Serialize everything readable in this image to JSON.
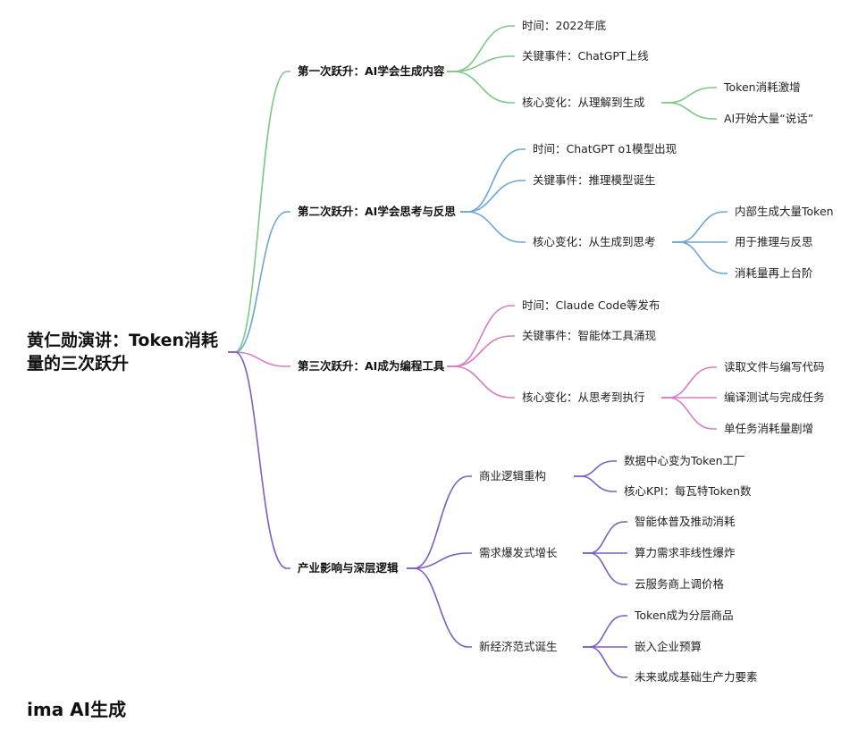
{
  "root": {
    "title": "黄仁勋演讲：Token消耗量的三次跃升"
  },
  "colors": {
    "branch1": "#7cc985",
    "branch2": "#6aa6d6",
    "branch3": "#d77bc6",
    "branch4": "#7d5ec2"
  },
  "branches": [
    {
      "label": "第一次跃升：AI学会生成内容",
      "children": [
        {
          "label": "时间：2022年底",
          "children": []
        },
        {
          "label": "关键事件：ChatGPT上线",
          "children": []
        },
        {
          "label": "核心变化：从理解到生成",
          "children": [
            {
              "label": "Token消耗激增"
            },
            {
              "label": "AI开始大量“说话”"
            }
          ]
        }
      ]
    },
    {
      "label": "第二次跃升：AI学会思考与反思",
      "children": [
        {
          "label": "时间：ChatGPT o1模型出现",
          "children": []
        },
        {
          "label": "关键事件：推理模型诞生",
          "children": []
        },
        {
          "label": "核心变化：从生成到思考",
          "children": [
            {
              "label": "内部生成大量Token"
            },
            {
              "label": "用于推理与反思"
            },
            {
              "label": "消耗量再上台阶"
            }
          ]
        }
      ]
    },
    {
      "label": "第三次跃升：AI成为编程工具",
      "children": [
        {
          "label": "时间：Claude Code等发布",
          "children": []
        },
        {
          "label": "关键事件：智能体工具涌现",
          "children": []
        },
        {
          "label": "核心变化：从思考到执行",
          "children": [
            {
              "label": "读取文件与编写代码"
            },
            {
              "label": "编译测试与完成任务"
            },
            {
              "label": "单任务消耗量剧增"
            }
          ]
        }
      ]
    },
    {
      "label": "产业影响与深层逻辑",
      "children": [
        {
          "label": "商业逻辑重构",
          "children": [
            {
              "label": "数据中心变为Token工厂"
            },
            {
              "label": "核心KPI：每瓦特Token数"
            }
          ]
        },
        {
          "label": "需求爆发式增长",
          "children": [
            {
              "label": "智能体普及推动消耗"
            },
            {
              "label": "算力需求非线性爆炸"
            },
            {
              "label": "云服务商上调价格"
            }
          ]
        },
        {
          "label": "新经济范式诞生",
          "children": [
            {
              "label": "Token成为分层商品"
            },
            {
              "label": "嵌入企业预算"
            },
            {
              "label": "未来或成基础生产力要素"
            }
          ]
        }
      ]
    }
  ],
  "footer": {
    "label": "ima AI生成"
  }
}
